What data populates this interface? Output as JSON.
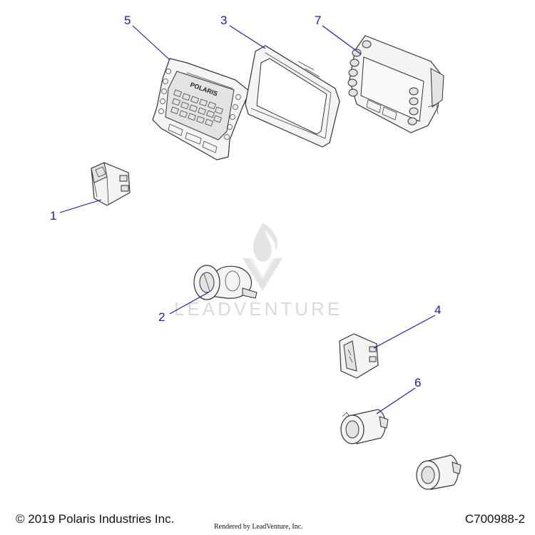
{
  "diagram": {
    "callouts": [
      {
        "id": "1",
        "label": "1"
      },
      {
        "id": "2",
        "label": "2"
      },
      {
        "id": "3",
        "label": "3"
      },
      {
        "id": "4",
        "label": "4"
      },
      {
        "id": "5",
        "label": "5"
      },
      {
        "id": "6",
        "label": "6"
      },
      {
        "id": "7",
        "label": "7"
      }
    ],
    "panel_logo_text": "POLARIS",
    "watermark_text": "LEADVENTURE",
    "leader_color": "#1a1aa8"
  },
  "footer": {
    "copyright": "© 2019 Polaris Industries Inc.",
    "rendered_by": "Rendered by LeadVenture, Inc.",
    "part_number": "C700988-2"
  }
}
